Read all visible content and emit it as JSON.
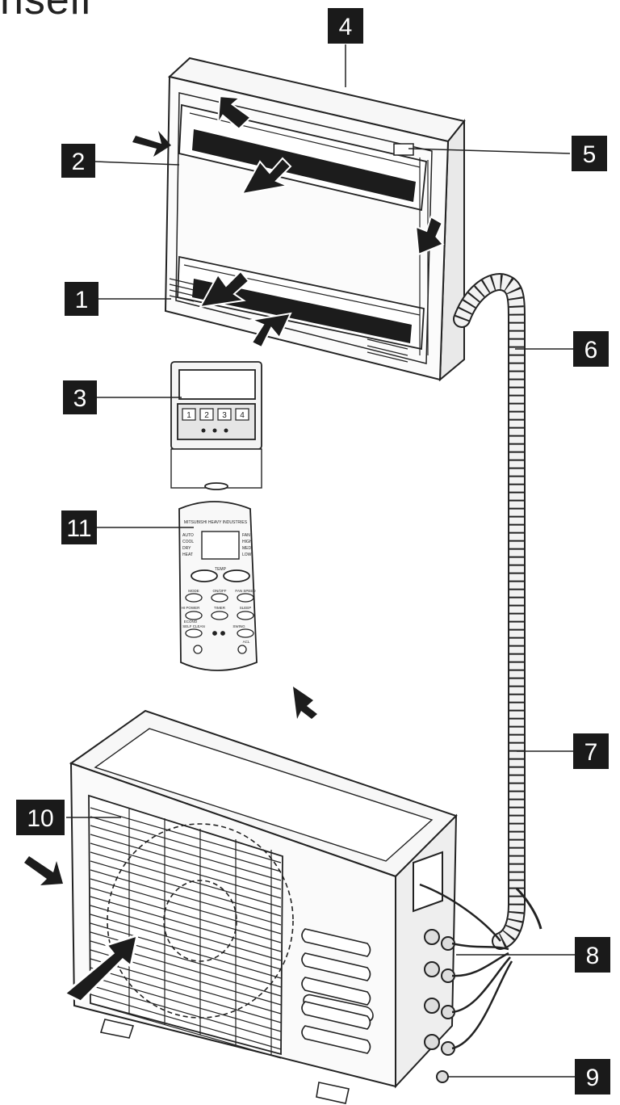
{
  "top_text": "nself",
  "callouts": [
    {
      "id": "4",
      "label": "4"
    },
    {
      "id": "5",
      "label": "5"
    },
    {
      "id": "2",
      "label": "2"
    },
    {
      "id": "1",
      "label": "1"
    },
    {
      "id": "6",
      "label": "6"
    },
    {
      "id": "3",
      "label": "3"
    },
    {
      "id": "11",
      "label": "11"
    },
    {
      "id": "7",
      "label": "7"
    },
    {
      "id": "10",
      "label": "10"
    },
    {
      "id": "8",
      "label": "8"
    },
    {
      "id": "9",
      "label": "9"
    }
  ],
  "wired_controller": {
    "keys": [
      "1",
      "2",
      "3",
      "4"
    ]
  },
  "remote": {
    "header": "MITSUBISHI HEAVY INDUSTRIES",
    "mode_left": [
      "AUTO",
      "COOL",
      "DRY",
      "HEAT"
    ],
    "mode_right": [
      "FAN",
      "HIGH",
      "MED",
      "LOW"
    ],
    "temp_label": "TEMP",
    "buttons": [
      "MODE",
      "ON/OFF",
      "FAN SPEED",
      "HI POWER",
      "ECONO",
      "TIMER",
      "SLEEP",
      "SWING",
      "SELF CLEAN",
      "ACL"
    ]
  },
  "colors": {
    "line": "#222222",
    "callout_bg": "#1a1a1a",
    "callout_text": "#ffffff",
    "body_gray": "#f4f4f4",
    "dark_fill": "#1c1c1c"
  }
}
